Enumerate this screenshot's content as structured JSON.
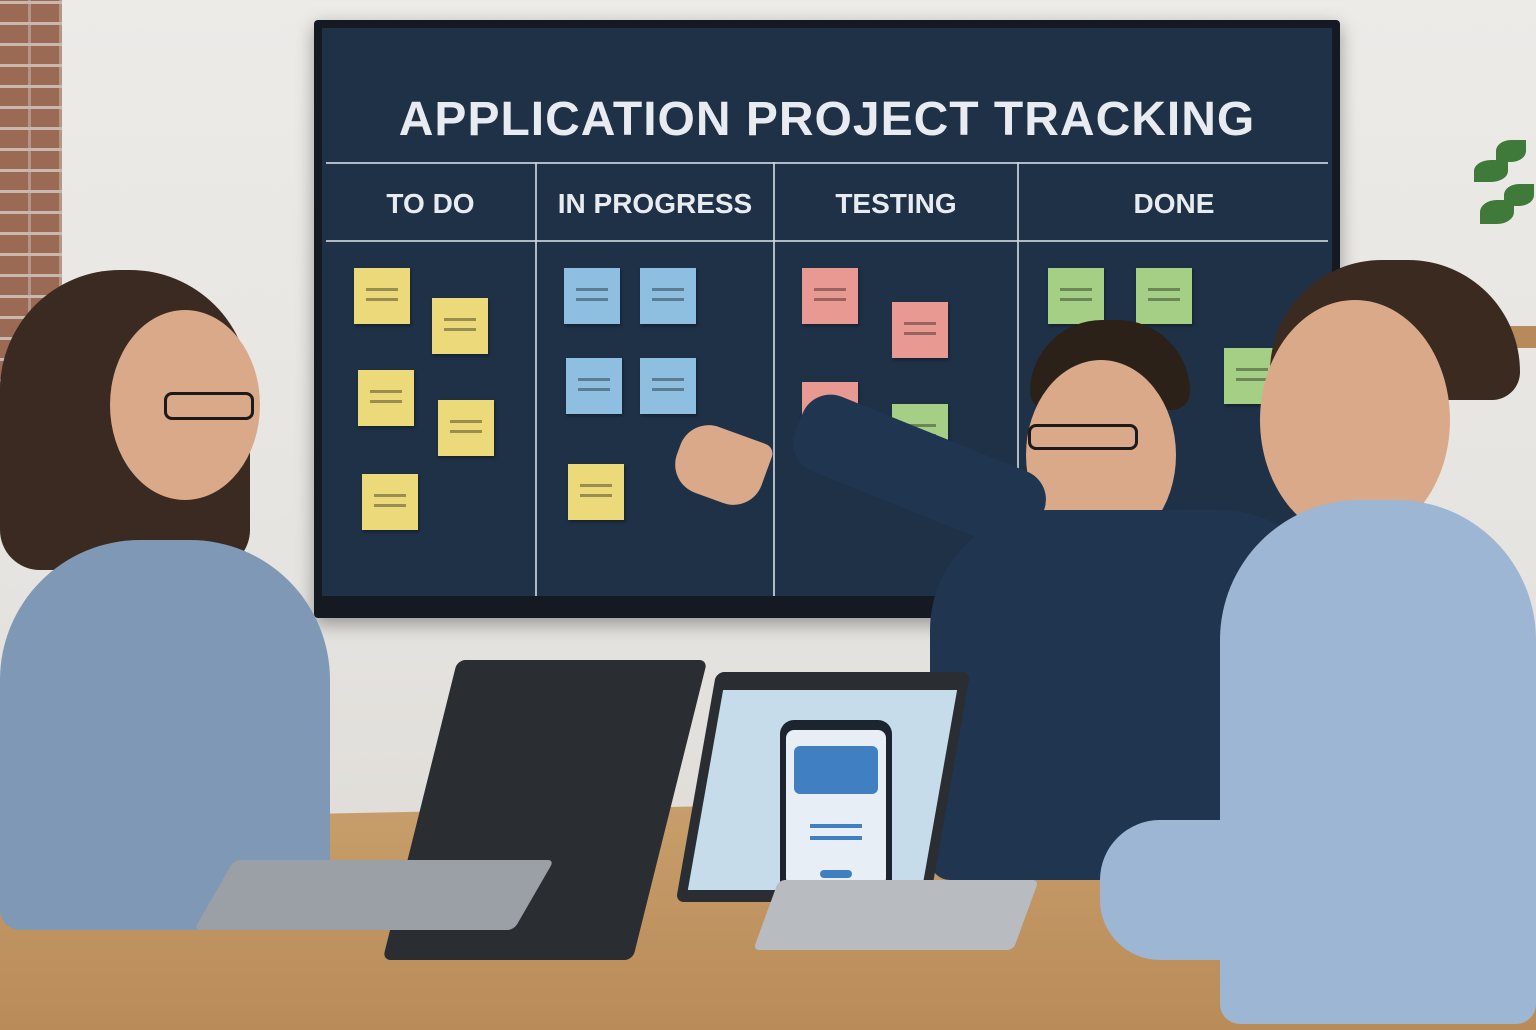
{
  "board": {
    "title": "APPLICATION PROJECT TRACKING",
    "columns": [
      {
        "label": "TO DO",
        "note_color": "yellow",
        "note_count": 5
      },
      {
        "label": "IN PROGRESS",
        "note_color": "blue",
        "note_count": 5
      },
      {
        "label": "TESTING",
        "note_color": "red",
        "note_count": 4
      },
      {
        "label": "DONE",
        "note_color": "green",
        "note_count": 3
      }
    ]
  },
  "colors": {
    "board_background": "#1f3147",
    "note_yellow": "#ecd97a",
    "note_blue": "#8ebfe0",
    "note_red": "#e89a92",
    "note_green": "#a6cf86"
  }
}
